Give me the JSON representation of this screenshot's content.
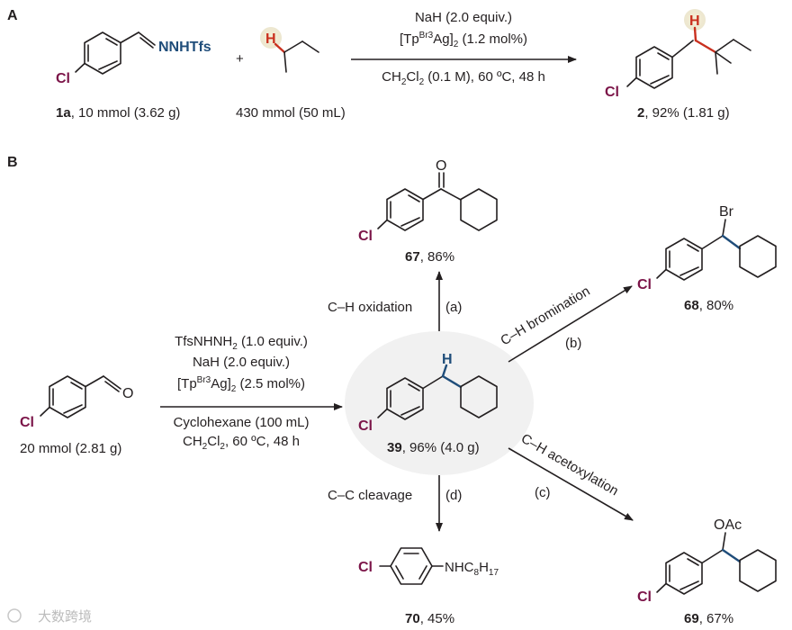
{
  "sections": {
    "a": "A",
    "b": "B"
  },
  "scheme_a": {
    "reagent": {
      "azine": "NNHTfs",
      "cl": "Cl",
      "caption_bold": "1a",
      "caption_rest": ", 10 mmol (3.62 g)"
    },
    "plus": "+",
    "alkane": {
      "h": "H",
      "caption": "430 mmol (50 mL)"
    },
    "conditions": {
      "line1": "NaH (2.0 equiv.)",
      "line2_pre": "[Tp",
      "line2_sup": "Br3",
      "line2_mid": "Ag]",
      "line2_sub": "2",
      "line2_post": " (1.2 mol%)",
      "line3_pre": "CH",
      "line3_sub1": "2",
      "line3_mid": "Cl",
      "line3_sub2": "2",
      "line3_post": " (0.1 M), 60 ºC, 48 h"
    },
    "product": {
      "h": "H",
      "cl": "Cl",
      "caption_bold": "2",
      "caption_rest": ", 92% (1.81 g)"
    }
  },
  "scheme_b": {
    "start": {
      "o": "O",
      "cl": "Cl",
      "caption": "20 mmol (2.81 g)"
    },
    "conditions": {
      "line1_pre": "TfsNHNH",
      "line1_sub": "2",
      "line1_post": " (1.0 equiv.)",
      "line2": "NaH (2.0 equiv.)",
      "line3_pre": "[Tp",
      "line3_sup": "Br3",
      "line3_mid": "Ag]",
      "line3_sub": "2",
      "line3_post": " (2.5 mol%)",
      "line4": "Cyclohexane (100 mL)",
      "line5_pre": "CH",
      "line5_sub1": "2",
      "line5_mid": "Cl",
      "line5_sub2": "2",
      "line5_post": ", 60 ºC, 48 h"
    },
    "center": {
      "h": "H",
      "cl": "Cl",
      "caption_bold": "39",
      "caption_rest": ", 96% (4.0 g)"
    },
    "p67": {
      "o": "O",
      "cl": "Cl",
      "caption_bold": "67",
      "caption_rest": ", 86%",
      "reaction": "C–H oxidation",
      "tag": "(a)"
    },
    "p68": {
      "br": "Br",
      "cl": "Cl",
      "caption_bold": "68",
      "caption_rest": ", 80%",
      "reaction": "C–H bromination",
      "tag": "(b)"
    },
    "p69": {
      "oac": "OAc",
      "cl": "Cl",
      "caption_bold": "69",
      "caption_rest": ", 67%",
      "reaction": "C–H acetoxylation",
      "tag": "(c)"
    },
    "p70": {
      "cl": "Cl",
      "n_pre": "NHC",
      "n_sub1": "8",
      "n_mid": "H",
      "n_sub2": "17",
      "caption_bold": "70",
      "caption_rest": ", 45%",
      "reaction": "C–C cleavage",
      "tag": "(d)"
    }
  },
  "watermark": "大数跨境"
}
